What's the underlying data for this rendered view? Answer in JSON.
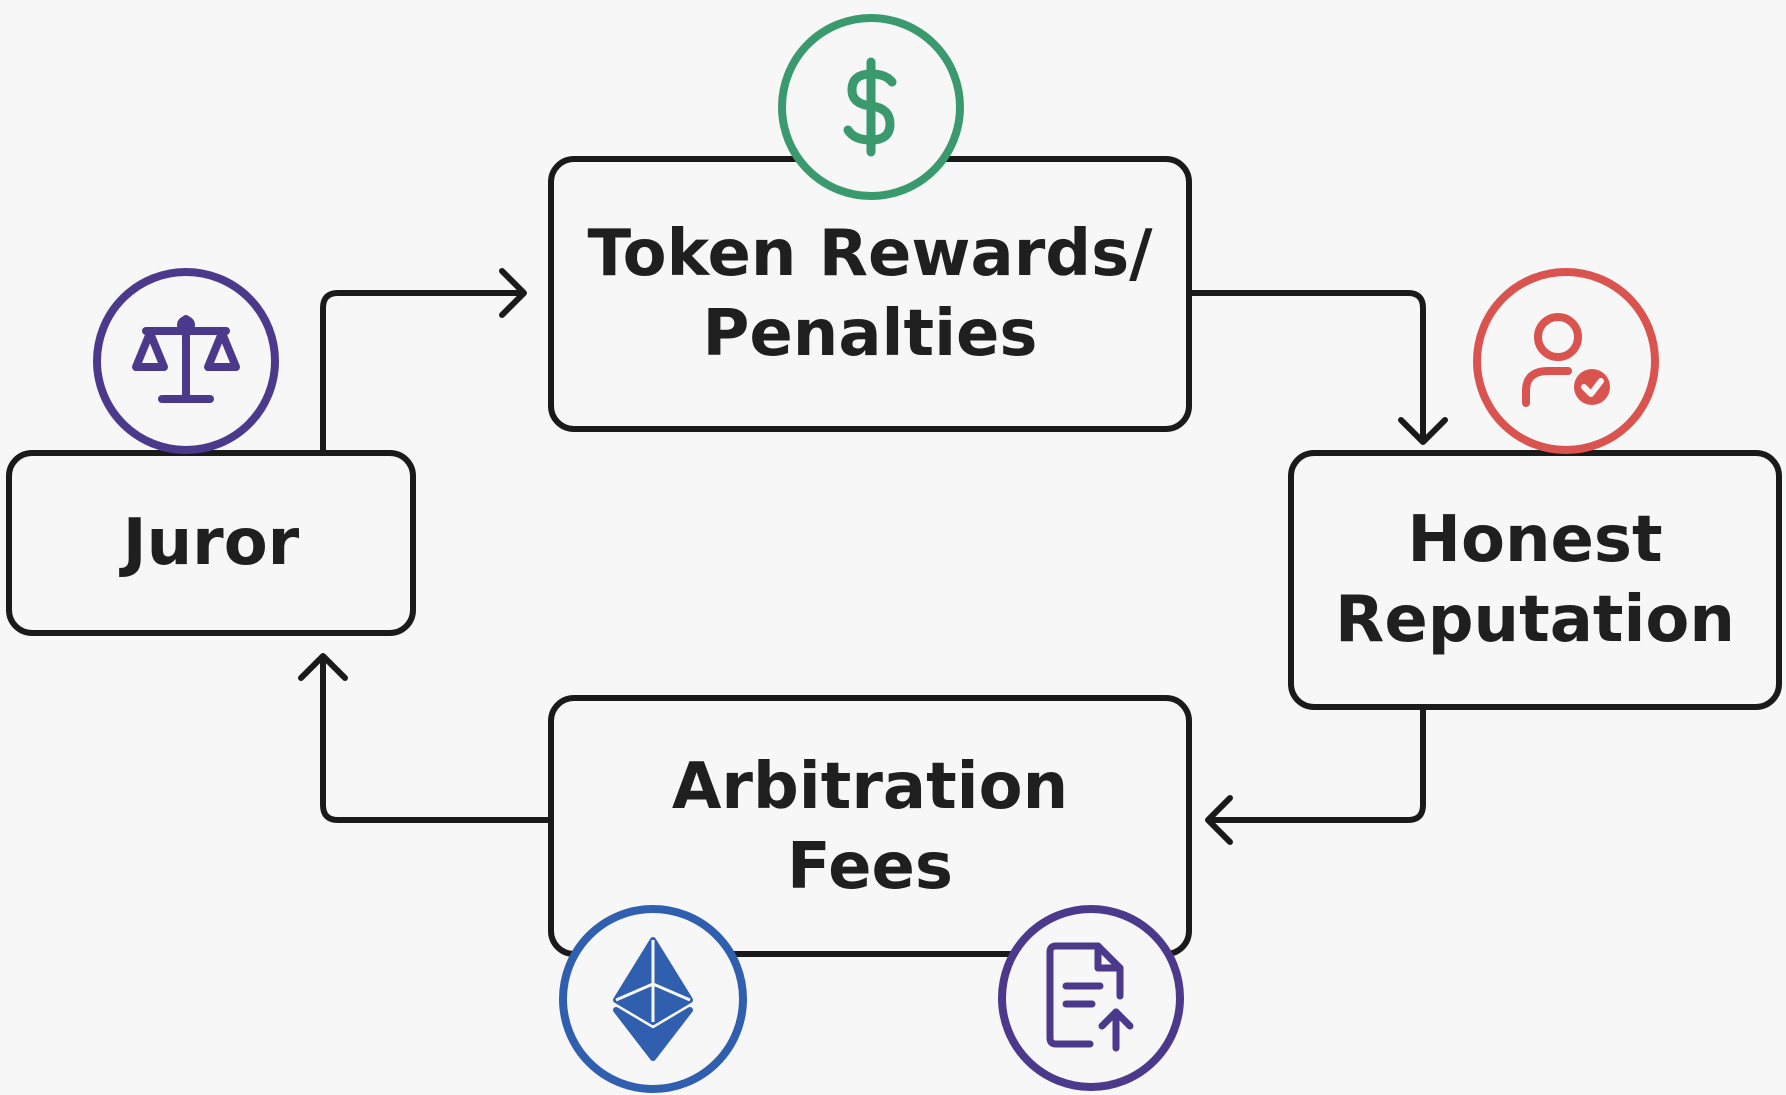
{
  "nodes": {
    "juror": {
      "label": "Juror"
    },
    "token_rewards": {
      "line1": "Token Rewards/",
      "line2": "Penalties"
    },
    "honest_reputation": {
      "line1": "Honest",
      "line2": "Reputation"
    },
    "arbitration_fees": {
      "line1": "Arbitration",
      "line2": "Fees"
    }
  },
  "icons": {
    "juror": {
      "name": "scales-icon",
      "color": "#4b3a8c"
    },
    "token_rewards": {
      "name": "dollar-icon",
      "color": "#3a9a6e"
    },
    "honest_reputation": {
      "name": "user-check-icon",
      "color": "#d9534f"
    },
    "arbitration_fees_left": {
      "name": "ethereum-icon",
      "color": "#2f5fae"
    },
    "arbitration_fees_right": {
      "name": "document-upload-icon",
      "color": "#4b3a8c"
    }
  },
  "colors": {
    "stroke": "#1a1a1a",
    "background": "#f7f7f7"
  }
}
